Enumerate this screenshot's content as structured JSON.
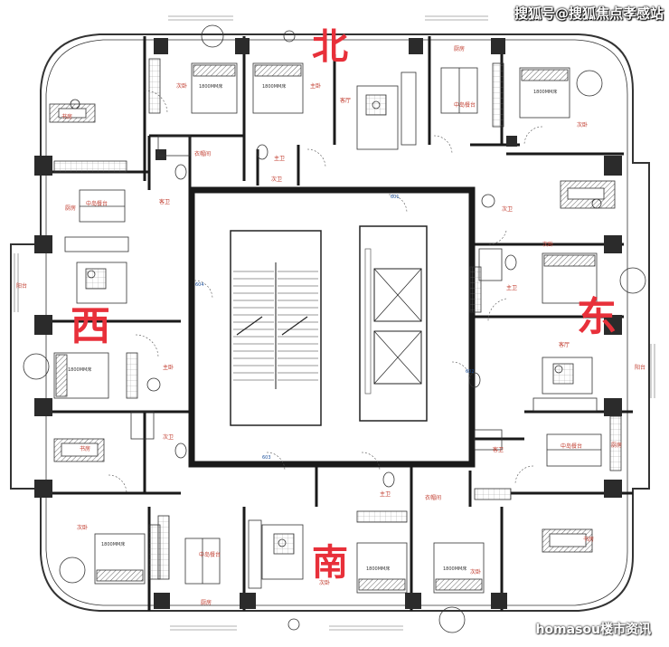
{
  "watermark_top": "搜狐号@搜狐焦点孝感站",
  "watermark_bottom": "homasou楼市资讯",
  "directions": {
    "north": "北",
    "south": "南",
    "west": "西",
    "east": "东"
  },
  "units": {
    "u601": "601",
    "u602": "602",
    "u603": "603",
    "u604": "604"
  },
  "rooms": {
    "ciwo": "次卧",
    "zhuwo": "主卧",
    "keting": "客厅",
    "chufang": "厨房",
    "shufang": "书房",
    "zhongdao": "中岛餐台",
    "kewei": "客卫",
    "ciwei": "次卫",
    "zhuwei": "主卫",
    "yimaojian": "衣帽间",
    "yangtai": "阳台"
  },
  "bed_label": "1800MM床",
  "colors": {
    "wall": "#1a1a1a",
    "pillar": "#2b2b2b",
    "direction": "#e8303a",
    "room_label": "#c0392b",
    "unit_label": "#1a4f9c"
  }
}
